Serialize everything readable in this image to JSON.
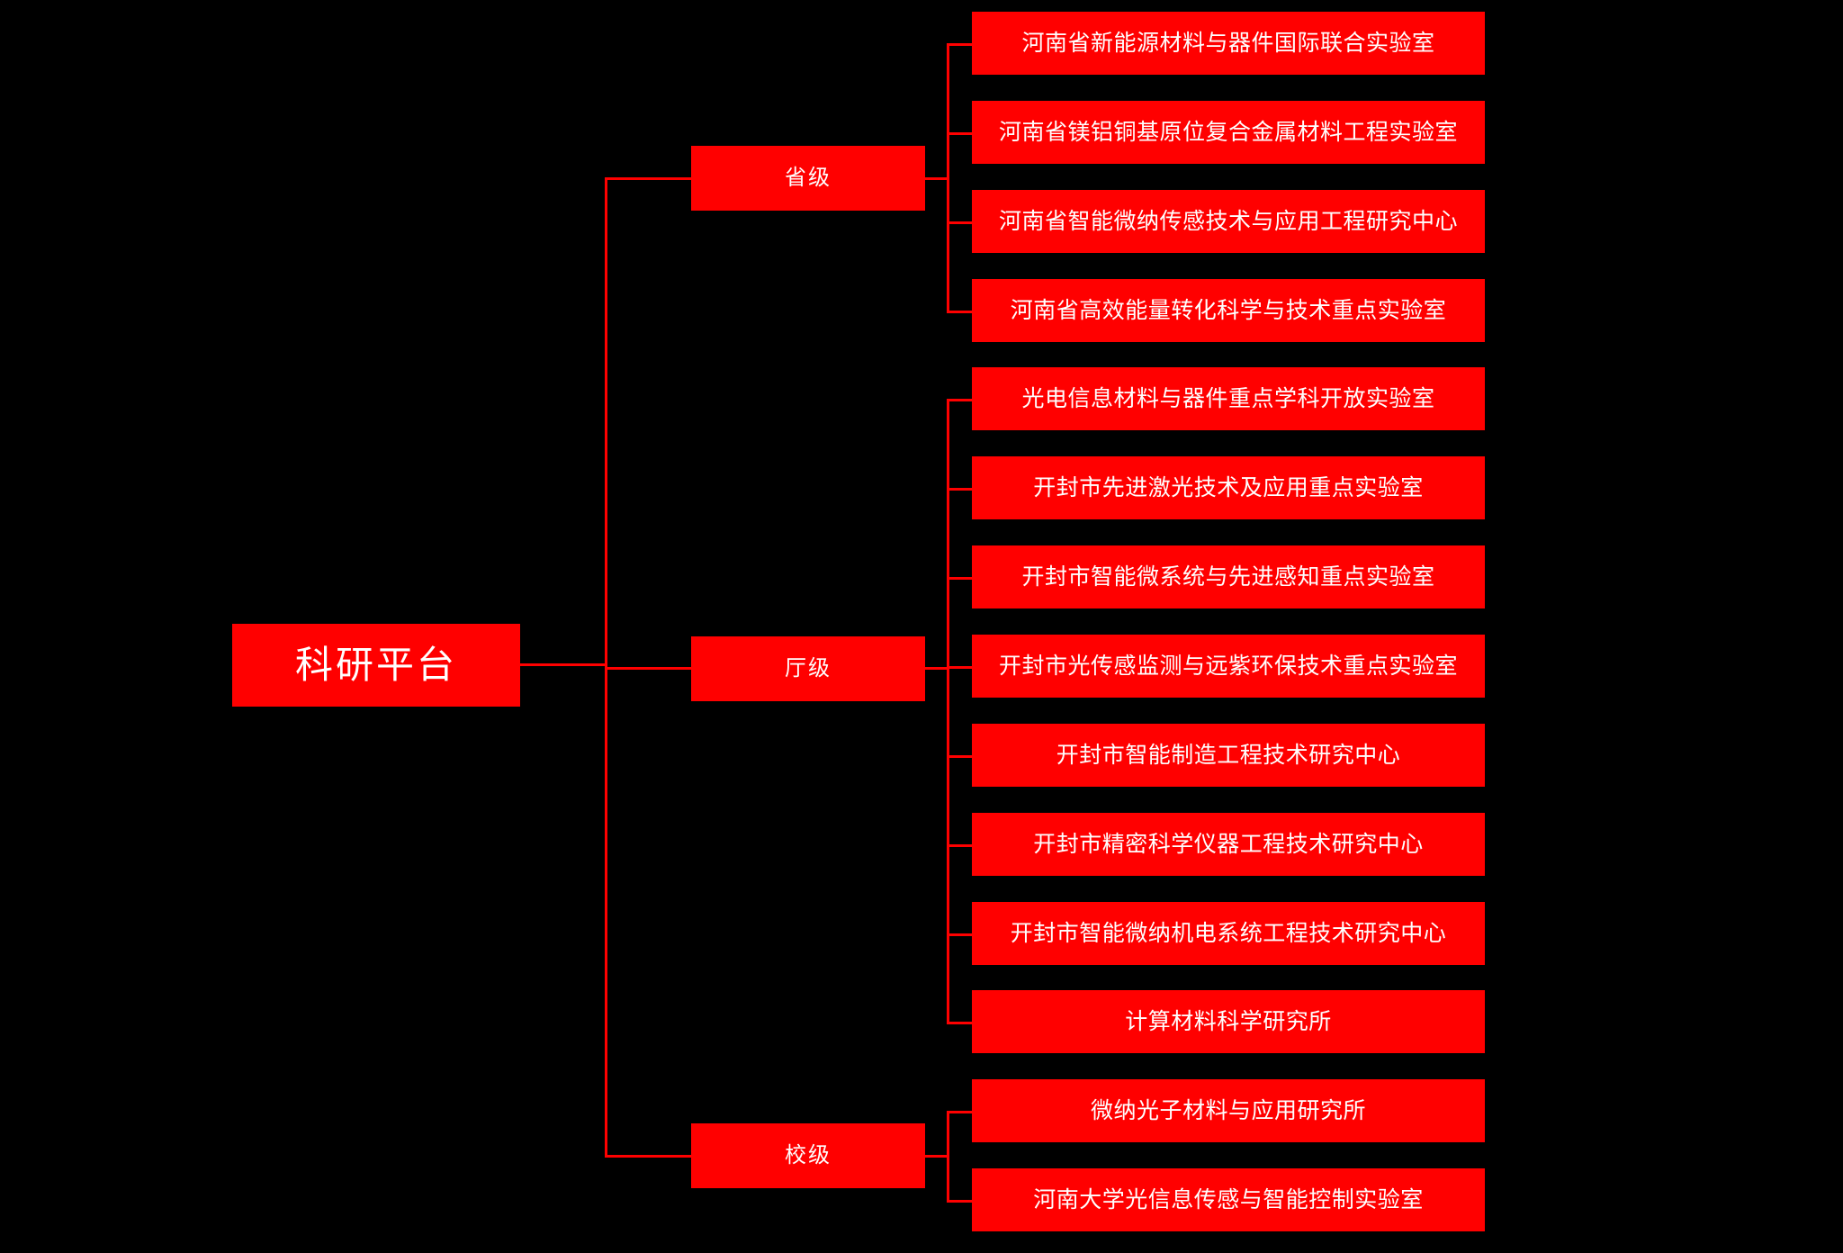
{
  "diagram": {
    "type": "mind-map-tree",
    "orientation": "left-to-right",
    "background_color": "#000000",
    "node_color": "#ff0000",
    "text_color": "#ffffff",
    "connector_color": "#ff0000",
    "root": {
      "label": "科研平台"
    },
    "branches": [
      {
        "label": "省级",
        "children": [
          {
            "label": "河南省新能源材料与器件国际联合实验室"
          },
          {
            "label": "河南省镁铝铜基原位复合金属材料工程实验室"
          },
          {
            "label": "河南省智能微纳传感技术与应用工程研究中心"
          },
          {
            "label": "河南省高效能量转化科学与技术重点实验室"
          }
        ]
      },
      {
        "label": "厅级",
        "children": [
          {
            "label": "光电信息材料与器件重点学科开放实验室"
          },
          {
            "label": "开封市先进激光技术及应用重点实验室"
          },
          {
            "label": "开封市智能微系统与先进感知重点实验室"
          },
          {
            "label": "开封市光传感监测与远紫环保技术重点实验室"
          },
          {
            "label": "开封市智能制造工程技术研究中心"
          },
          {
            "label": "开封市精密科学仪器工程技术研究中心"
          },
          {
            "label": "开封市智能微纳机电系统工程技术研究中心"
          },
          {
            "label": "计算材料科学研究所"
          }
        ]
      },
      {
        "label": "校级",
        "children": [
          {
            "label": "微纳光子材料与应用研究所"
          },
          {
            "label": "河南大学光信息传感与智能控制实验室"
          }
        ]
      }
    ]
  }
}
